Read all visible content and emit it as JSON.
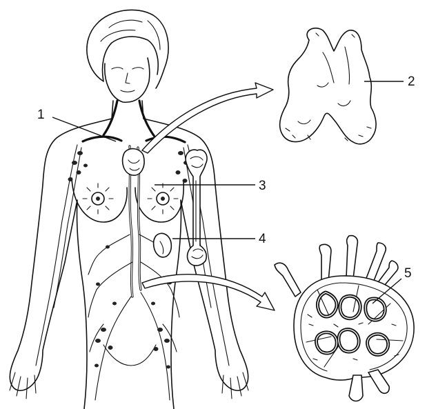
{
  "callouts": [
    {
      "id": "1",
      "label": "1"
    },
    {
      "id": "2",
      "label": "2"
    },
    {
      "id": "3",
      "label": "3"
    },
    {
      "id": "4",
      "label": "4"
    },
    {
      "id": "5",
      "label": "5"
    }
  ],
  "colors": {
    "ink": "#111111",
    "background": "#ffffff"
  }
}
